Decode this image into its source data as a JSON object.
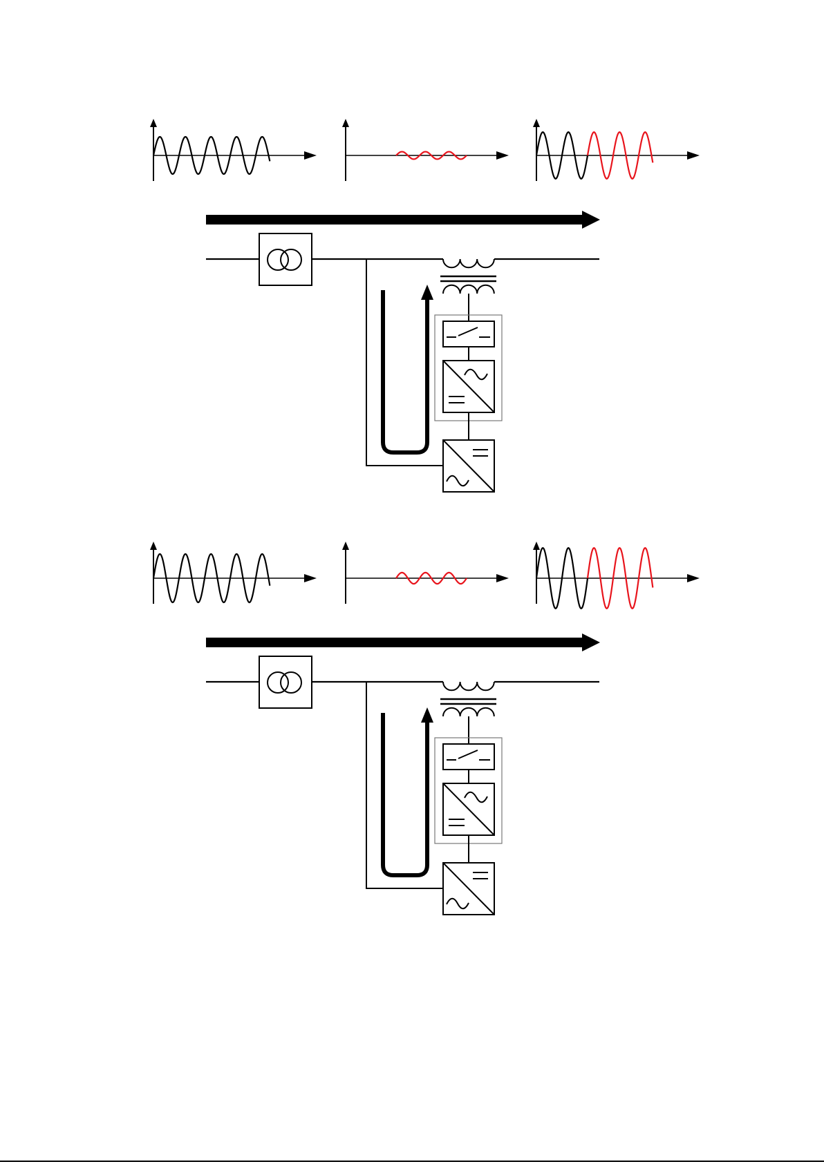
{
  "colors": {
    "stroke": "#000000",
    "background": "#ffffff",
    "injected_voltage": "#e8141c",
    "panel_frame": "#777777"
  },
  "icons": {
    "transformer": "double-circle-transformer-icon",
    "series_transformer": "coupled-coils-transformer-icon",
    "switch": "switch-icon",
    "inverter": "dc-to-ac-converter-icon",
    "rectifier": "ac-to-dc-converter-icon"
  },
  "diagrams": [
    {
      "id": "upper",
      "waveforms": {
        "supply_amplitude": 1.0,
        "injection_amplitude": 0.2
      }
    },
    {
      "id": "lower",
      "waveforms": {
        "supply_amplitude": 1.3,
        "injection_amplitude": 0.3
      }
    }
  ]
}
